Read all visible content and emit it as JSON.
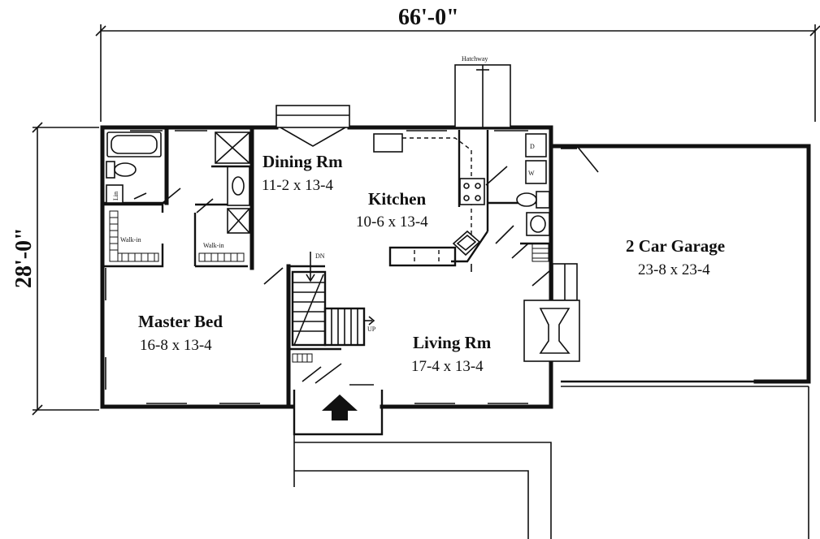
{
  "dimensions": {
    "width": "66'-0\"",
    "depth": "28'-0\""
  },
  "rooms": {
    "dining": {
      "name": "Dining Rm",
      "size": "11-2 x 13-4"
    },
    "kitchen": {
      "name": "Kitchen",
      "size": "10-6 x 13-4"
    },
    "master": {
      "name": "Master Bed",
      "size": "16-8 x 13-4"
    },
    "living": {
      "name": "Living Rm",
      "size": "17-4 x 13-4"
    },
    "garage": {
      "name": "2 Car Garage",
      "size": "23-8 x 23-4"
    }
  },
  "labels": {
    "hatchway": "Hatchway",
    "walkin_1": "Walk-in",
    "walkin_2": "Walk-in",
    "linen": "Lin",
    "stair_down": "DN",
    "stair_up": "UP",
    "dryer": "D",
    "washer": "W"
  },
  "icons": {
    "entry": "entry-arrow-icon"
  }
}
